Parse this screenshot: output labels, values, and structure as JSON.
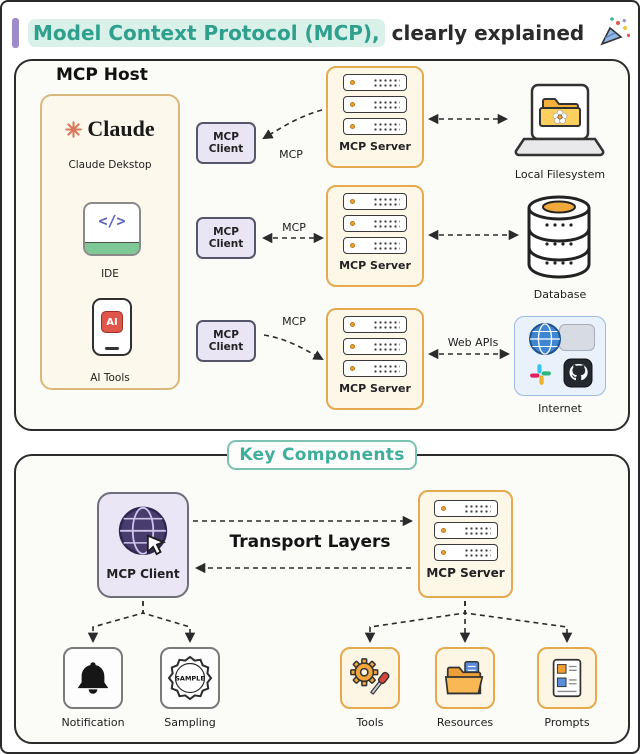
{
  "title": {
    "highlight": "Model Context Protocol (MCP),",
    "rest": " clearly explained"
  },
  "host": {
    "label": "MCP Host",
    "apps": {
      "claude": {
        "name": "Claude",
        "label": "Claude Dekstop"
      },
      "ide": {
        "glyph": "</>",
        "label": "IDE"
      },
      "ai": {
        "badge": "AI",
        "label": "AI Tools"
      }
    },
    "clients": [
      {
        "label": "MCP Client"
      },
      {
        "label": "MCP Client"
      },
      {
        "label": "MCP Client"
      }
    ],
    "link_labels": [
      "MCP",
      "MCP",
      "MCP"
    ],
    "servers": [
      {
        "label": "MCP Server"
      },
      {
        "label": "MCP Server"
      },
      {
        "label": "MCP Server"
      }
    ]
  },
  "external": {
    "filesystem": {
      "label": "Local Filesystem"
    },
    "database": {
      "label": "Database"
    },
    "internet": {
      "label": "Internet"
    },
    "web_apis_label": "Web APIs"
  },
  "key_components": {
    "heading": "Key Components",
    "client": {
      "label": "MCP Client"
    },
    "server": {
      "label": "MCP Server"
    },
    "transport_label": "Transport Layers",
    "client_features": [
      {
        "label": "Notification"
      },
      {
        "label": "Sampling",
        "badge_text": "SAMPLE"
      }
    ],
    "server_features": [
      {
        "label": "Tools"
      },
      {
        "label": "Resources"
      },
      {
        "label": "Prompts"
      }
    ]
  },
  "colors": {
    "accent_purple": "#9d8ccc",
    "title_teal": "#2fa08d",
    "title_highlight_bg": "#d9f1e8",
    "server_border": "#e5aa4e",
    "server_bg": "#fdf7e8",
    "client_bg": "#eae5f5",
    "key_components_teal": "#3fae9b",
    "claude_coral": "#d97757"
  }
}
